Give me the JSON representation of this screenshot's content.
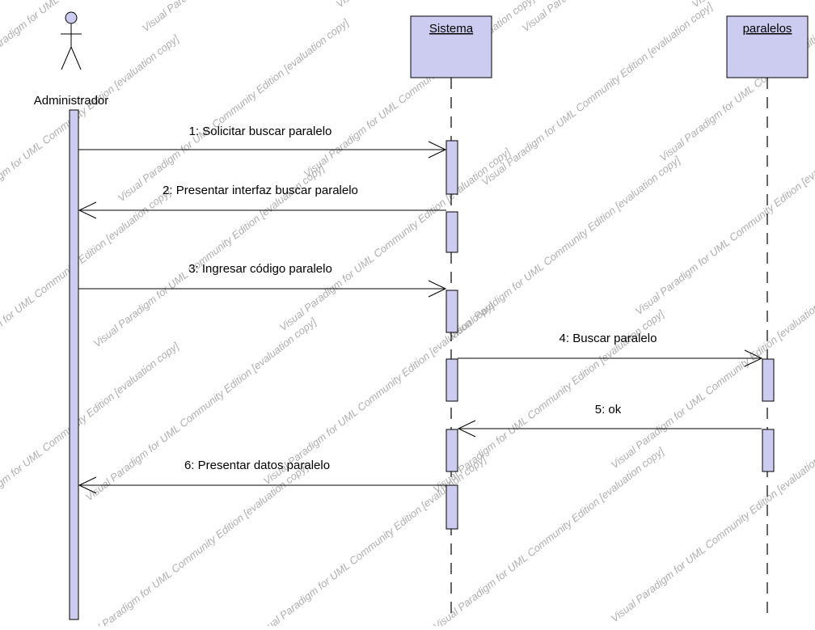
{
  "colors": {
    "box_fill": "#ccccf0",
    "activation_fill": "#ccccf0",
    "line": "#000000",
    "watermark": "#a0a0a0"
  },
  "actor": {
    "name": "Administrador"
  },
  "lifelines": [
    {
      "id": "sistema",
      "name": "Sistema"
    },
    {
      "id": "paralelos",
      "name": "paralelos"
    }
  ],
  "messages": [
    {
      "number": 1,
      "text": "1: Solicitar buscar paralelo",
      "from": "actor",
      "to": "sistema"
    },
    {
      "number": 2,
      "text": "2: Presentar interfaz buscar paralelo",
      "from": "sistema",
      "to": "actor"
    },
    {
      "number": 3,
      "text": "3: Ingresar código paralelo",
      "from": "actor",
      "to": "sistema"
    },
    {
      "number": 4,
      "text": "4: Buscar paralelo",
      "from": "sistema",
      "to": "paralelos"
    },
    {
      "number": 5,
      "text": "5: ok",
      "from": "paralelos",
      "to": "sistema"
    },
    {
      "number": 6,
      "text": "6: Presentar datos paralelo",
      "from": "sistema",
      "to": "actor"
    }
  ],
  "watermark": "Visual Paradigm for UML Community Edition [evaluation copy]"
}
